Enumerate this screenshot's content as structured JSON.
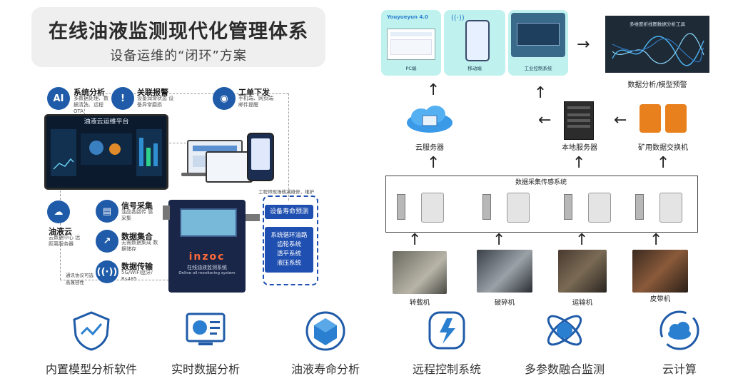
{
  "left": {
    "title": "在线油液监测现代化管理体系",
    "subtitle": "设备运维的“闭环”方案",
    "nodes": {
      "analysis": {
        "title": "系统分析",
        "desc": "多数据处理、数据清洗、远程OTA",
        "icon_text": "AI"
      },
      "alarm": {
        "title": "关联报警",
        "desc": "设备润滑状态 设备异常磨损",
        "icon_text": "!"
      },
      "workorder": {
        "title": "工单下发",
        "desc": "手机端、网页端 邮件提醒",
        "icon_text": "◉"
      },
      "cloud": {
        "title": "油液云",
        "desc": "云数据中心 远距离服务器",
        "icon_text": "☁"
      },
      "signal": {
        "title": "信号采集",
        "desc": "油品各路传 感采集",
        "icon_text": "▤"
      },
      "integration": {
        "title": "数据集合",
        "desc": "无需数据集成 数据储存",
        "icon_text": "↗"
      },
      "transmit": {
        "title": "数据传输",
        "desc": "5G/WIFI蓝牙/ Rs485",
        "icon_text": "((·))"
      }
    },
    "platform_label": "油液云运维平台",
    "cabinet_brand": "inzoc",
    "cabinet_text": "在线油液监测系统",
    "cabinet_subtext": "Online oil monitoring system",
    "note_top": "工程师现场核减维修，维护",
    "note_bottom": "通讯协议可选 高兼容性",
    "life_prediction": "设备寿命预测",
    "systems": [
      "系统循环油路",
      "齿轮系统",
      "透平系统",
      "液压系统"
    ]
  },
  "right": {
    "apps": {
      "pc": "PC端",
      "mobile": "移动端",
      "industrial": "工业控制系统",
      "youyueyun": "Youyueyun 4.0"
    },
    "analysis_chart_title": "多维度折线图数据分析工具",
    "analysis_label": "数据分析/模型预警",
    "cloud_server": "云服务器",
    "local_server": "本地服务器",
    "mine_switch": "矿用数据交换机",
    "acquisition_title": "数据采集传感系统",
    "machines": [
      "转载机",
      "破碎机",
      "运输机",
      "皮带机"
    ]
  },
  "bottom": {
    "features": [
      {
        "label": "内置模型分析软件",
        "icon": "model-analysis-icon"
      },
      {
        "label": "实时数据分析",
        "icon": "realtime-analysis-icon"
      },
      {
        "label": "油液寿命分析",
        "icon": "oil-life-icon"
      },
      {
        "label": "远程控制系统",
        "icon": "remote-control-icon"
      },
      {
        "label": "多参数融合监测",
        "icon": "multi-parameter-icon"
      },
      {
        "label": "云计算",
        "icon": "cloud-computing-icon"
      }
    ]
  },
  "colors": {
    "primary": "#1f5ba8",
    "panel": "#1f4fb0",
    "soft": "#bff1ee",
    "accent": "#ff6a3a",
    "icon_blue": "#1f5ba8"
  }
}
